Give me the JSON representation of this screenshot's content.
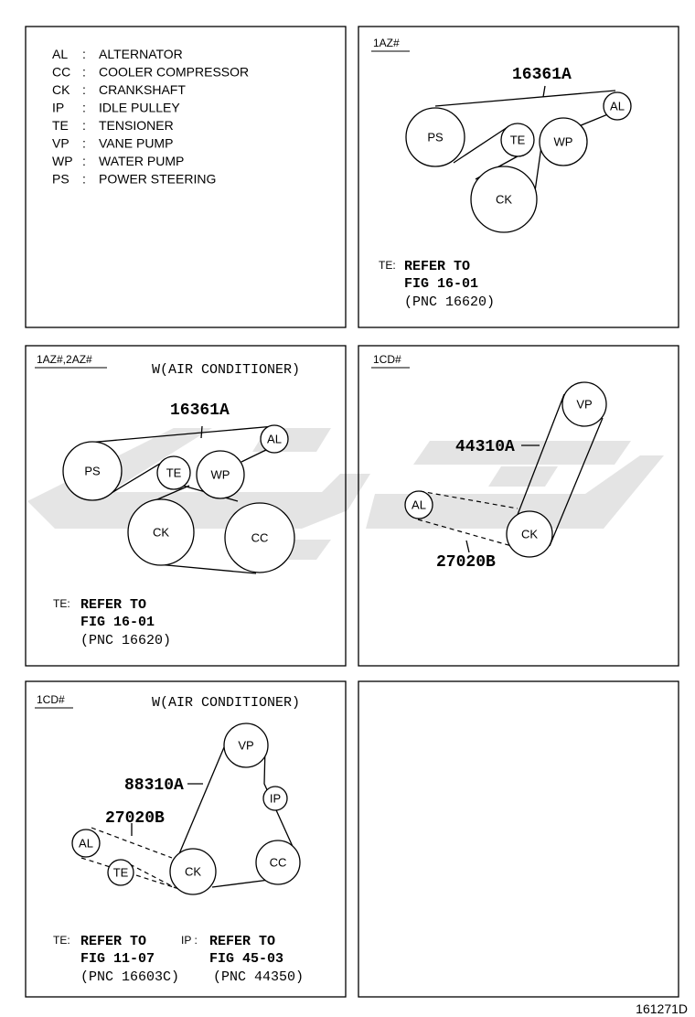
{
  "legend": {
    "items": [
      {
        "abbr": "AL",
        "sep": ":",
        "name": "ALTERNATOR"
      },
      {
        "abbr": "CC",
        "sep": ":",
        "name": "COOLER COMPRESSOR"
      },
      {
        "abbr": "CK",
        "sep": ":",
        "name": "CRANKSHAFT"
      },
      {
        "abbr": "IP",
        "sep": ":",
        "name": "IDLE PULLEY"
      },
      {
        "abbr": "TE",
        "sep": ":",
        "name": "TENSIONER"
      },
      {
        "abbr": "VP",
        "sep": ":",
        "name": "VANE PUMP"
      },
      {
        "abbr": "WP",
        "sep": ":",
        "name": "WATER PUMP"
      },
      {
        "abbr": "PS",
        "sep": ":",
        "name": "POWER STEERING"
      }
    ]
  },
  "panels": {
    "p1": {
      "tag": "1AZ#",
      "callout": "16361A",
      "pulleys": {
        "al": "AL",
        "ps": "PS",
        "te": "TE",
        "wp": "WP",
        "ck": "CK"
      },
      "note": {
        "prefix": "TE:",
        "line1": "REFER TO",
        "line2": "FIG 16-01",
        "line3": "(PNC 16620)"
      }
    },
    "p2": {
      "tag": "1AZ#,2AZ#",
      "title": "W(AIR CONDITIONER)",
      "callout": "16361A",
      "pulleys": {
        "al": "AL",
        "ps": "PS",
        "te": "TE",
        "wp": "WP",
        "ck": "CK",
        "cc": "CC"
      },
      "note": {
        "prefix": "TE:",
        "line1": "REFER TO",
        "line2": "FIG 16-01",
        "line3": "(PNC 16620)"
      }
    },
    "p3": {
      "tag": "1CD#",
      "callout_a": "44310A",
      "callout_b": "27020B",
      "pulleys": {
        "vp": "VP",
        "al": "AL",
        "ck": "CK"
      }
    },
    "p4": {
      "tag": "1CD#",
      "title": "W(AIR CONDITIONER)",
      "callout_a": "88310A",
      "callout_b": "27020B",
      "pulleys": {
        "vp": "VP",
        "ip": "IP",
        "al": "AL",
        "te": "TE",
        "ck": "CK",
        "cc": "CC"
      },
      "note_te": {
        "prefix": "TE:",
        "line1": "REFER TO",
        "line2": "FIG 11-07",
        "line3": "(PNC 16603C)"
      },
      "note_ip": {
        "prefix": "IP :",
        "line1": "REFER TO",
        "line2": "FIG 45-03",
        "line3": "(PNC 44350)"
      }
    }
  },
  "figure_code": "161271D",
  "colors": {
    "line": "#000000",
    "background": "#ffffff",
    "watermark": "#cfcfcf"
  }
}
